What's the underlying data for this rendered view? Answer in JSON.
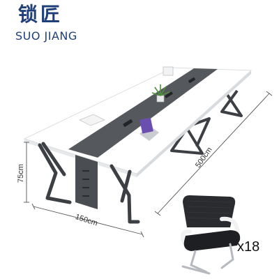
{
  "brand": {
    "name_cn": "锁匠",
    "name_en": "SUO JIANG",
    "color": "#1e3f7a"
  },
  "dimensions": {
    "width": "150cm",
    "length": "500cm",
    "height": "75cm"
  },
  "chair_quantity": "x18",
  "colors": {
    "table_top": "#ffffff",
    "center_panel": "#55595e",
    "legs": "#3c3f44"
  }
}
